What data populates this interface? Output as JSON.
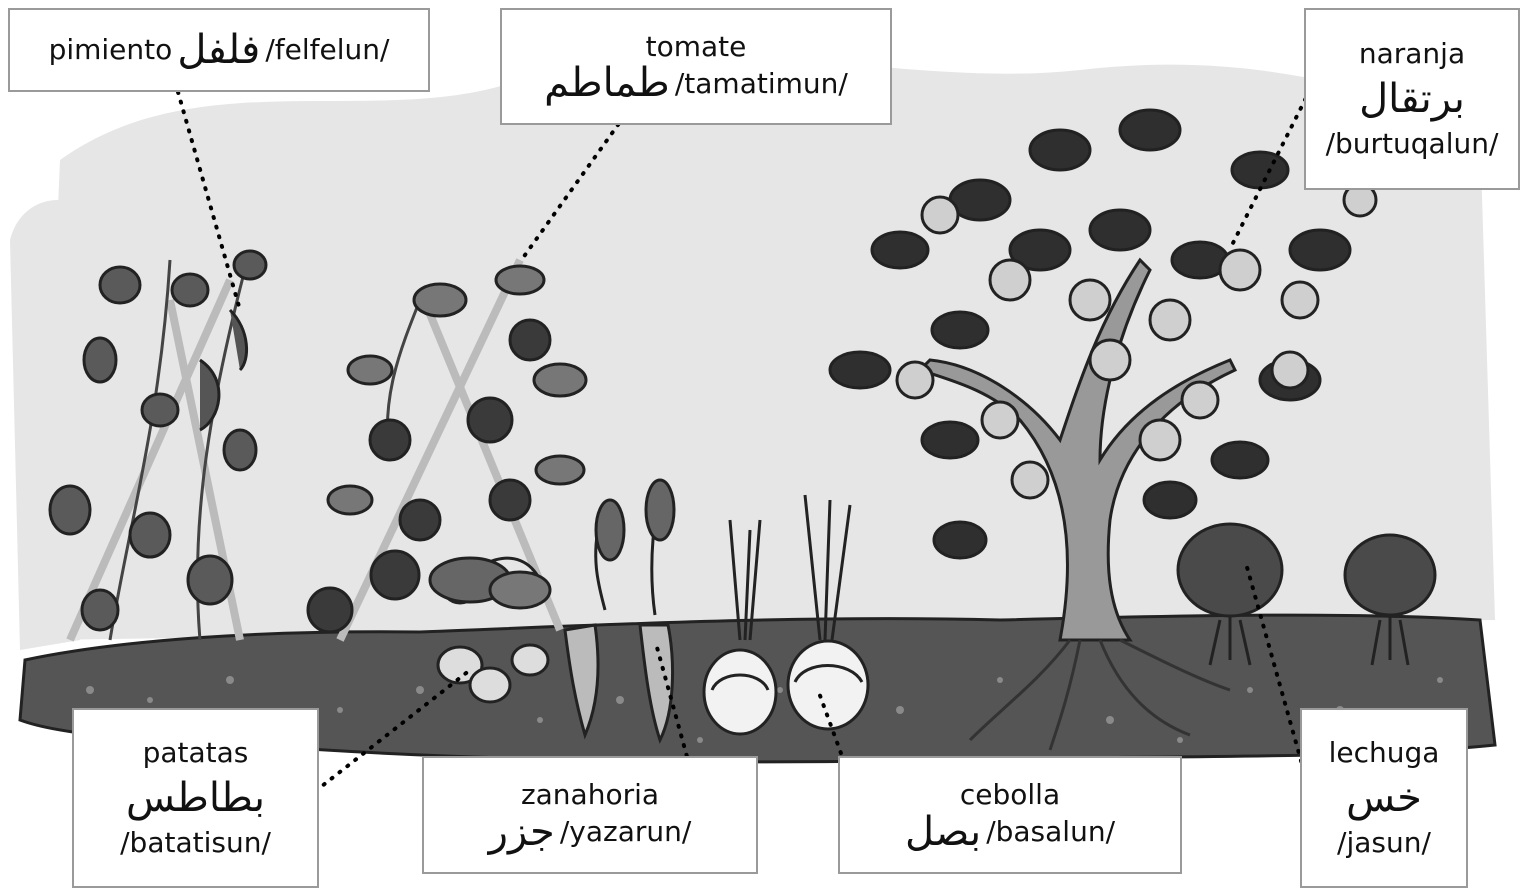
{
  "labels": {
    "pimiento": {
      "es": "pimiento",
      "ar": "فلفل",
      "tr": "/felfelun/"
    },
    "tomate": {
      "es": "tomate",
      "ar": "طماطم",
      "tr": "/tamatimun/"
    },
    "naranja": {
      "es": "naranja",
      "ar": "برتقال",
      "tr": "/burtuqalun/"
    },
    "patatas": {
      "es": "patatas",
      "ar": "بطاطس",
      "tr": "/batatisun/"
    },
    "zanahoria": {
      "es": "zanahoria",
      "ar": "جزر",
      "tr": "/yazarun/"
    },
    "cebolla": {
      "es": "cebolla",
      "ar": "بصل",
      "tr": "/basalun/"
    },
    "lechuga": {
      "es": "lechuga",
      "ar": "خس",
      "tr": "/jasun/"
    }
  }
}
